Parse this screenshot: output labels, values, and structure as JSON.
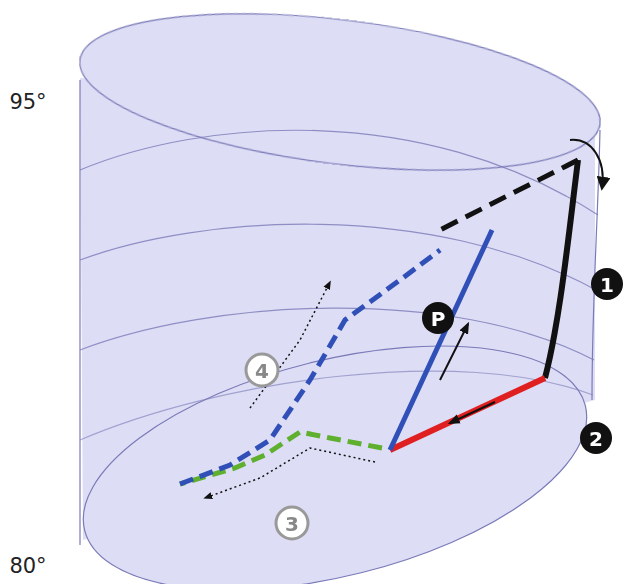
{
  "diagram": {
    "labels": [
      "95°",
      "1",
      "P",
      "4",
      "2",
      "3",
      "80°"
    ]
  }
}
